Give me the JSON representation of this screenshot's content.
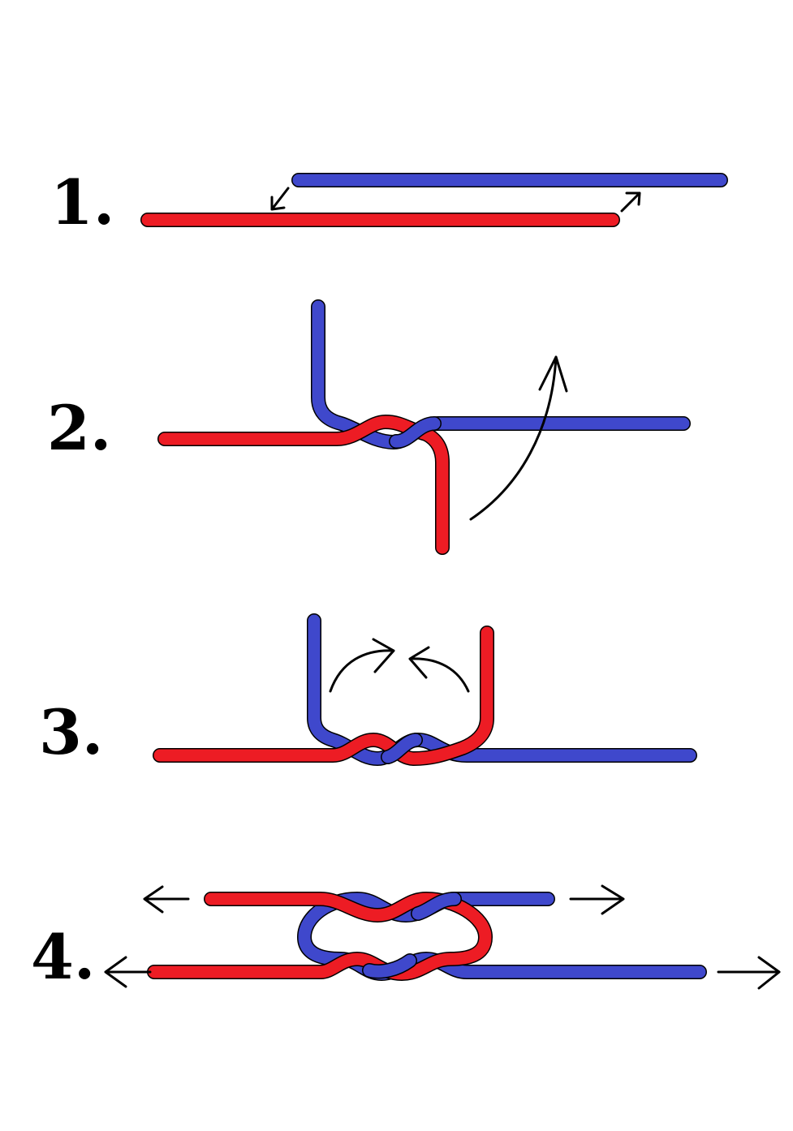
{
  "steps": [
    {
      "label": "1."
    },
    {
      "label": "2."
    },
    {
      "label": "3."
    },
    {
      "label": "4."
    }
  ],
  "colors": {
    "rope_a": "#ed1c24",
    "rope_b": "#3f48cc",
    "outline": "#000000"
  }
}
